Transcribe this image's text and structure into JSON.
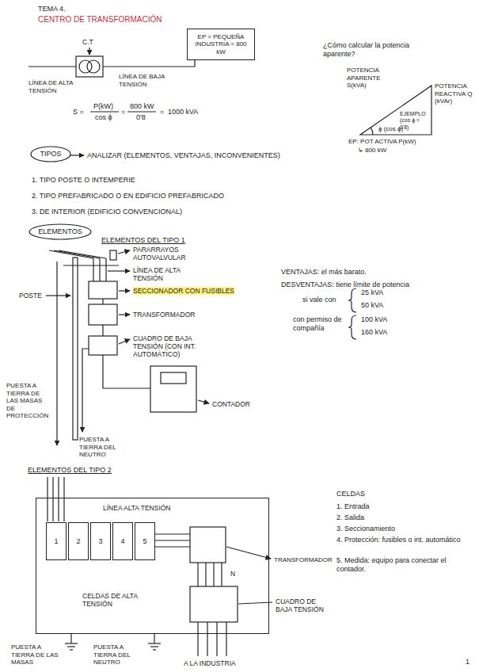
{
  "diagram": {
    "title": "CENTRO DE TRANSFORMACIÓN",
    "nodes": [
      {
        "text": [
          "EP = PEQUEÑA INDUSTRIA = 800 kW"
        ]
      },
      {
        "text": [
          "TIPOS"
        ]
      },
      {
        "text": [
          "ELEMENTOS"
        ]
      },
      {
        "text": [
          "CELDAS DE ALTA TENSIÓN"
        ]
      },
      {
        "text": [
          "1"
        ],
        "in": 3
      },
      {
        "text": [
          "2"
        ],
        "in": 3
      },
      {
        "text": [
          "3"
        ],
        "in": 3
      },
      {
        "text": [
          "4"
        ],
        "in": 3
      },
      {
        "text": [
          "5"
        ],
        "in": 3
      }
    ],
    "labels": [
      "TEMA 4.",
      "C.T",
      "LÍNEA DE ALTA TENSIÓN",
      "LÍNEA DE BAJA TENSIÓN",
      "S =",
      "P(kW)",
      "cos ϕ",
      "=",
      "800 kW",
      "0'8",
      "=",
      "1000 kVA",
      "¿Cómo calcular la potencia aparente?",
      "POTENCIA APARENTE S(kVA)",
      "EJEMPLO (cos ϕ = 0'8)",
      "POTENCIA REACTIVA Q (kVAr)",
      "ϕ (cos ϕ)",
      "EP: POT ACTIVA P(kW)",
      "↳ 800 kW",
      "ANALIZAR (ELEMENTOS, VENTAJAS, INCONVENIENTES)",
      "1. TIPO POSTE O INTEMPERIE",
      "2. TIPO PREFABRICADO O EN EDIFICIO PREFABRICADO",
      "3. DE INTERIOR (EDIFICIO CONVENCIONAL)",
      "ELEMENTOS DEL TIPO 1",
      "PARARRAYOS AUTOVALVULAR",
      "LÍNEA DE ALTA TENSIÓN",
      "SECCIONADOR CON FUSIBLES",
      "TRANSFORMADOR",
      "CUADRO DE BAJA TENSIÓN (CON INT. AUTOMÁTICO)",
      "POSTE",
      "CONTADOR",
      "PUESTA A TIERRA DE LAS MASAS DE PROTECCIÓN",
      "PUESTA A TIERRA DEL NEUTRO",
      "VENTAJAS: el más barato.",
      "DESVENTAJAS: tiene límite de potencia",
      "si vale con",
      "25 kVA",
      "50 kVA",
      "con permiso de compañía",
      "100 kVA",
      "160 kVA",
      "ELEMENTOS DEL TIPO 2",
      "LÍNEA ALTA TENSIÓN",
      "TRANSFORMADOR",
      "CUADRO DE BAJA TENSIÓN",
      "N",
      "PUESTA A TIERRA DE LAS MASAS",
      "PUESTA A TIERRA DEL NEUTRO",
      "A LA INDUSTRIA",
      "CELDAS",
      "1. Entrada",
      "2. Salida",
      "3. Seccionamiento",
      "4. Protección: fusibles o int. automático",
      "5. Medida: equipo para conectar el contador.",
      "1"
    ]
  }
}
